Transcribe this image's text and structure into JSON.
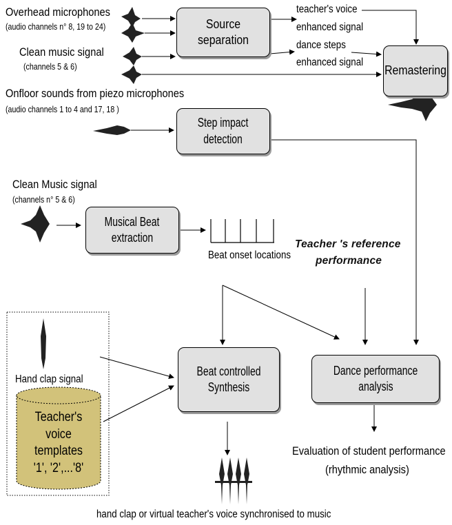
{
  "inputs": {
    "overhead_title": "Overhead microphones",
    "overhead_channels": "(audio channels n° 8, 19 to 24)",
    "clean_music_title": "Clean music signal",
    "clean_music_channels": "(channels 5 & 6)",
    "onfloor_title": "Onfloor sounds from piezo microphones",
    "onfloor_channels": "(audio channels 1 to 4 and 17, 18 )",
    "clean_music2_title": "Clean Music signal",
    "clean_music2_channels": "(channels n° 5 & 6)"
  },
  "boxes": {
    "source_separation": "Source separation",
    "remastering": "Remastering",
    "step_impact_line1": "Step impact",
    "step_impact_line2": "detection",
    "musical_beat_line1": "Musical Beat",
    "musical_beat_line2": "extraction",
    "beat_synth_line1": "Beat controlled",
    "beat_synth_line2": "Synthesis",
    "dance_analysis_line1": "Dance performance",
    "dance_analysis_line2": "analysis"
  },
  "signals": {
    "teacher_voice_line1": "teacher's voice",
    "teacher_voice_line2": "enhanced signal",
    "dance_steps_line1": "dance steps",
    "dance_steps_line2": "enhanced signal",
    "beat_onset": "Beat onset locations",
    "reference_line1": "Teacher 's reference",
    "reference_line2": "performance"
  },
  "templates": {
    "hand_clap": "Hand clap signal",
    "voice_line1": "Teacher's voice",
    "voice_line2": "templates",
    "voice_line3": "'1', '2',...'8'"
  },
  "outputs": {
    "evaluation_line1": "Evaluation of student performance",
    "evaluation_line2": "(rhythmic analysis)",
    "synchronised": "hand clap or virtual teacher's voice synchronised to music"
  },
  "colors": {
    "box_fill": "#e1e1e1",
    "cylinder_fill": "#d2c27a",
    "waveform": "#222222"
  }
}
